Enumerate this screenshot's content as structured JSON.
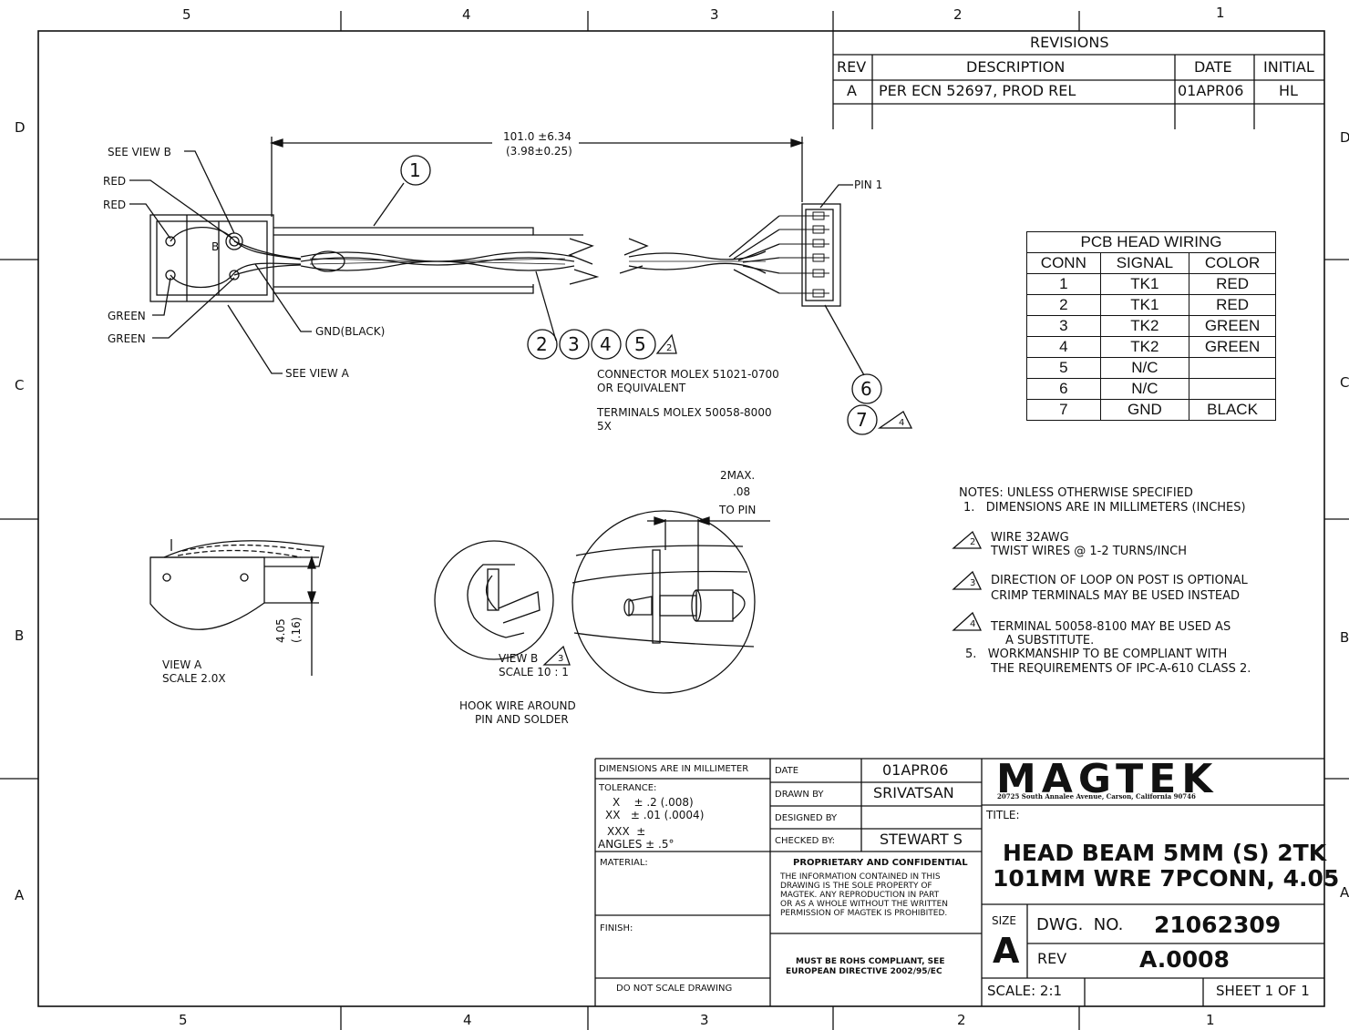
{
  "zones": {
    "columns_top": [
      "5",
      "4",
      "3",
      "2",
      "1"
    ],
    "columns_bottom": [
      "5",
      "4",
      "3",
      "2",
      "1"
    ],
    "rows_left": [
      "D",
      "C",
      "B",
      "A"
    ],
    "rows_right": [
      "D",
      "C",
      "B",
      "A"
    ]
  },
  "revisions": {
    "heading": "REVISIONS",
    "headers": [
      "REV",
      "DESCRIPTION",
      "DATE",
      "INITIAL"
    ],
    "rows": [
      {
        "rev": "A",
        "description": "PER ECN 52697, PROD REL",
        "date": "01APR06",
        "initial": "HL"
      }
    ]
  },
  "callouts": {
    "dimension": "101.0 ±6.34",
    "dimension_inch": "(3.98±0.25)",
    "see_view_b": "SEE VIEW B",
    "red1": "RED",
    "red2": "RED",
    "green1": "GREEN",
    "green2": "GREEN",
    "gnd": "GND(BLACK)",
    "see_view_a": "SEE VIEW A",
    "b_label": "B",
    "pin1": "PIN 1",
    "connector": "CONNECTOR MOLEX 51021-0700",
    "connector2": "OR EQUIVALENT",
    "terminals": "TERMINALS MOLEX 50058-8000",
    "terminals2": "5X",
    "balloons": [
      "1",
      "2",
      "3",
      "4",
      "5",
      "6",
      "7"
    ],
    "flag2": "2",
    "flag4": "4",
    "flag3": "3"
  },
  "wiring": {
    "title": "PCB HEAD WIRING",
    "headers": [
      "CONN",
      "SIGNAL",
      "COLOR"
    ],
    "rows": [
      [
        "1",
        "TK1",
        "RED"
      ],
      [
        "2",
        "TK1",
        "RED"
      ],
      [
        "3",
        "TK2",
        "GREEN"
      ],
      [
        "4",
        "TK2",
        "GREEN"
      ],
      [
        "5",
        "N/C",
        ""
      ],
      [
        "6",
        "N/C",
        ""
      ],
      [
        "7",
        "GND",
        "BLACK"
      ]
    ]
  },
  "notes": {
    "heading": "NOTES: UNLESS OTHERWISE SPECIFIED",
    "n1": "1.   DIMENSIONS ARE IN MILLIMETERS (INCHES)",
    "n2a": "WIRE 32AWG",
    "n2b": "TWIST WIRES @ 1-2 TURNS/INCH",
    "n3a": "DIRECTION OF LOOP ON POST IS OPTIONAL",
    "n3b": "CRIMP TERMINALS MAY BE USED INSTEAD",
    "n4a": "TERMINAL 50058-8100 MAY BE USED AS",
    "n4b": "A SUBSTITUTE.",
    "n5a": "5.   WORKMANSHIP TO BE COMPLIANT WITH",
    "n5b": "THE REQUIREMENTS OF IPC-A-610 CLASS 2."
  },
  "views": {
    "view_a": "VIEW A",
    "view_a_scale": "SCALE 2.0X",
    "dim_405": "4.05",
    "dim_016": "(.16)",
    "view_b": "VIEW B",
    "view_b_scale": "SCALE 10 : 1",
    "hook1": "HOOK WIRE AROUND",
    "hook2": "PIN AND SOLDER",
    "max1": "2MAX.",
    "max2": ".08",
    "max3": "TO PIN"
  },
  "titleblock": {
    "dims_mm": "DIMENSIONS ARE IN MILLIMETER",
    "tolerance": "TOLERANCE:",
    "tol_x": "X    ± .2 (.008)",
    "tol_xx": "XX   ± .01 (.0004)",
    "tol_xxx": "XXX  ±",
    "tol_ang": "ANGLES ± .5°",
    "material": "MATERIAL:",
    "finish": "FINISH:",
    "no_scale": "DO NOT  SCALE DRAWING",
    "date_label": "DATE",
    "date_value": "01APR06",
    "drawn_label": "DRAWN BY",
    "drawn_value": "SRIVATSAN",
    "designed_label": "DESIGNED BY",
    "designed_value": "",
    "checked_label": "CHECKED BY:",
    "checked_value": "STEWART S",
    "prop_title": "PROPRIETARY AND CONFIDENTIAL",
    "prop1": "THE INFORMATION CONTAINED IN THIS",
    "prop2": "DRAWING IS THE SOLE PROPERTY OF",
    "prop3": "MAGTEK.  ANY REPRODUCTION IN PART",
    "prop4": "OR AS A WHOLE WITHOUT THE WRITTEN",
    "prop5": "PERMISSION OF MAGTEK IS PROHIBITED.",
    "rohs1": "MUST BE ROHS COMPLIANT, SEE",
    "rohs2": "EUROPEAN DIRECTIVE 2002/95/EC",
    "logo": "MAGTEK",
    "address": "20725 South Annalee Avenue, Carson, California 90746",
    "title_label": "TITLE:",
    "title1": "HEAD BEAM 5MM (S) 2TK",
    "title2": "101MM WRE 7PCONN, 4.05",
    "size_label": "SIZE",
    "size_value": "A",
    "dwg_label": "DWG.  NO.",
    "dwg_value": "21062309",
    "rev_label": "REV",
    "rev_value": "A.0008",
    "scale": "SCALE: 2:1",
    "sheet": "SHEET 1 OF 1"
  }
}
